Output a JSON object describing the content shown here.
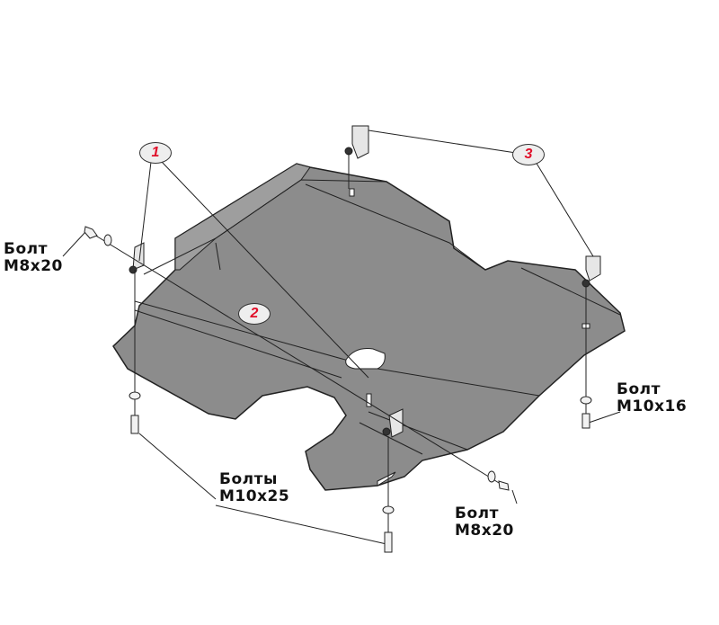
{
  "callouts": {
    "part1": "1",
    "part2": "2",
    "part3": "3"
  },
  "labels": {
    "bolt_left": {
      "line1": "Болт",
      "line2": "M8x20"
    },
    "bolt_right": {
      "line1": "Болт",
      "line2": "M10x16"
    },
    "bolts_bottom": {
      "line1": "Болты",
      "line2": "M10x25"
    },
    "bolt_bottom_right": {
      "line1": "Болт",
      "line2": "M8x20"
    }
  },
  "colors": {
    "plate": "#8c8c8c",
    "plate_light": "#a6a6a6",
    "outline": "#222222",
    "callout_text": "#e0102a"
  }
}
